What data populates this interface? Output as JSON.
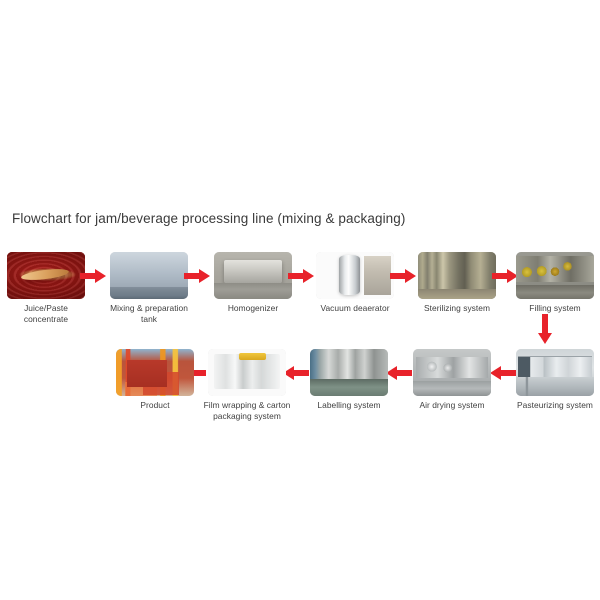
{
  "chart": {
    "title": "Flowchart for jam/beverage processing line (mixing & packaging)",
    "arrow_color": "#e8222a",
    "label_color": "#3f3f3f",
    "background": "#ffffff"
  },
  "nodes": [
    {
      "id": "juice-paste-concentrate",
      "label": "Juice/Paste\nconcentrate",
      "label_line1": "Juice/Paste",
      "label_line2": "concentrate",
      "art": "art-jam",
      "row": 1,
      "order": 1
    },
    {
      "id": "mixing-preparation-tank",
      "label": "Mixing & preparation\ntank",
      "label_line1": "Mixing & preparation",
      "label_line2": "tank",
      "art": "art-tank",
      "row": 1,
      "order": 2
    },
    {
      "id": "homogenizer",
      "label": "Homogenizer",
      "label_line1": "Homogenizer",
      "label_line2": "",
      "art": "art-homog",
      "row": 1,
      "order": 3
    },
    {
      "id": "vacuum-deaerator",
      "label": "Vacuum deaerator",
      "label_line1": "Vacuum deaerator",
      "label_line2": "",
      "art": "art-deaer",
      "row": 1,
      "order": 4
    },
    {
      "id": "sterilizing-system",
      "label": "Sterilizing system",
      "label_line1": "Sterilizing system",
      "label_line2": "",
      "art": "art-steril",
      "row": 1,
      "order": 5
    },
    {
      "id": "filling-system",
      "label": "Filling system",
      "label_line1": "Filling system",
      "label_line2": "",
      "art": "art-fill",
      "row": 1,
      "order": 6
    },
    {
      "id": "pasteurizing-system",
      "label": "Pasteurizing system",
      "label_line1": "Pasteurizing system",
      "label_line2": "",
      "art": "art-past",
      "row": 2,
      "order": 1
    },
    {
      "id": "air-drying-system",
      "label": "Air drying system",
      "label_line1": "Air drying system",
      "label_line2": "",
      "art": "art-dry",
      "row": 2,
      "order": 2
    },
    {
      "id": "labelling-system",
      "label": "Labelling system",
      "label_line1": "Labelling system",
      "label_line2": "",
      "art": "art-label",
      "row": 2,
      "order": 3
    },
    {
      "id": "film-wrapping-carton-packaging-system",
      "label": "Film wrapping & carton\npackaging system",
      "label_line1": "Film wrapping & carton",
      "label_line2": "packaging system",
      "art": "art-wrap",
      "row": 2,
      "order": 4
    },
    {
      "id": "product",
      "label": "Product",
      "label_line1": "Product",
      "label_line2": "",
      "art": "art-product",
      "row": 2,
      "order": 5
    }
  ],
  "connectors": [
    {
      "id": "arrow-juice-to-mixing",
      "direction": "right"
    },
    {
      "id": "arrow-mixing-to-homogenizer",
      "direction": "right"
    },
    {
      "id": "arrow-homogenizer-to-deaerator",
      "direction": "right"
    },
    {
      "id": "arrow-deaerator-to-sterilizing",
      "direction": "right"
    },
    {
      "id": "arrow-sterilizing-to-filling",
      "direction": "right"
    },
    {
      "id": "arrow-filling-to-pasteurizing",
      "direction": "down"
    },
    {
      "id": "arrow-pasteurizing-to-air-drying",
      "direction": "left"
    },
    {
      "id": "arrow-air-drying-to-labelling",
      "direction": "left"
    },
    {
      "id": "arrow-labelling-to-film-wrapping",
      "direction": "left"
    },
    {
      "id": "arrow-film-wrapping-to-product",
      "direction": "left"
    }
  ]
}
